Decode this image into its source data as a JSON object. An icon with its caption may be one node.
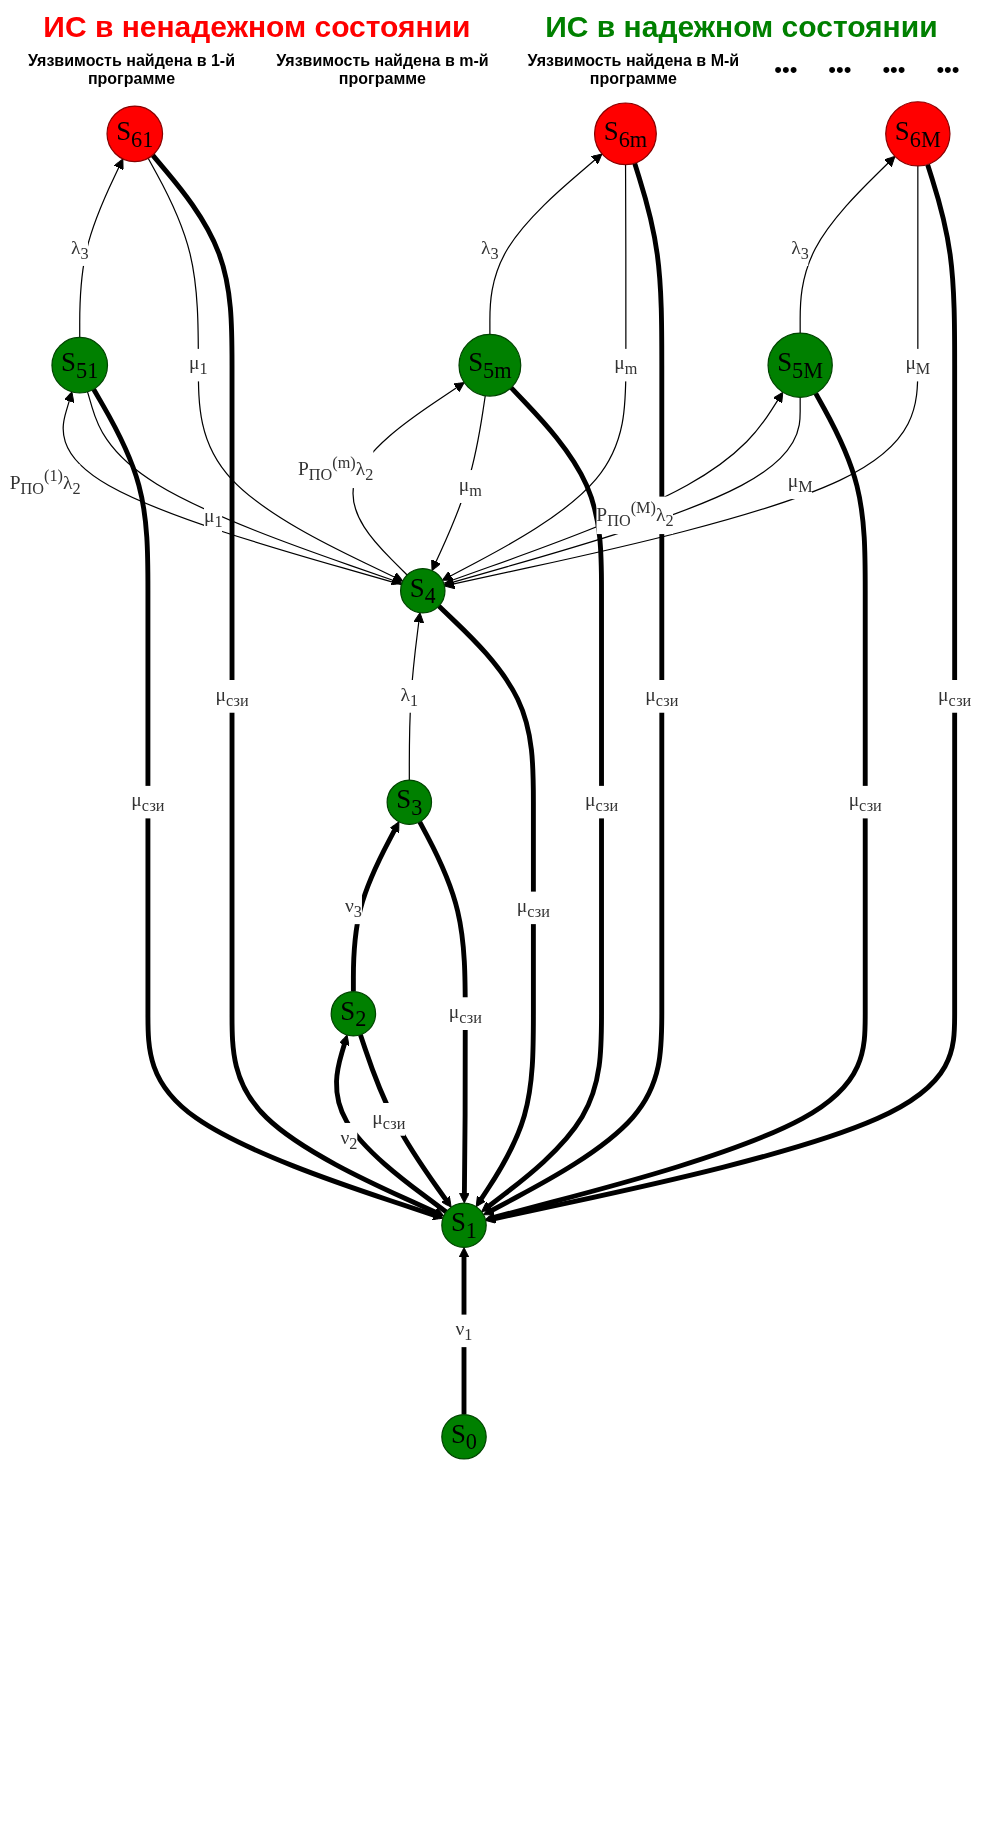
{
  "diagram": {
    "nodes": [
      {
        "text": [
          "S$_{0}$"
        ]
      },
      {
        "text": [
          "S$_{1}$"
        ]
      },
      {
        "text": [
          "S$_{2}$"
        ]
      },
      {
        "text": [
          "S$_{3}$"
        ]
      },
      {
        "text": [
          "S$_{4}$"
        ]
      },
      {
        "text": [
          "S$_{51}$"
        ]
      },
      {
        "text": [
          "S$_{5m}$"
        ]
      },
      {
        "text": [
          "S$_{5M}$"
        ]
      },
      {
        "text": [
          "S$_{61}$"
        ]
      },
      {
        "text": [
          "S$_{6m}$"
        ]
      },
      {
        "text": [
          "S$_{6M}$"
        ]
      }
    ],
    "edges": [
      {
        "from": 0,
        "to": 1,
        "arrow": "to",
        "label": "ν$_{1}$",
        "style": "thick"
      },
      {
        "from": 1,
        "to": 2,
        "arrow": "to",
        "label": "ν$_{2}$",
        "style": "thick"
      },
      {
        "from": 2,
        "to": 1,
        "arrow": "to",
        "label": "μ$_{сзи}$",
        "style": "thick"
      },
      {
        "from": 2,
        "to": 3,
        "arrow": "to",
        "label": "ν$_{3}$",
        "style": "thick"
      },
      {
        "from": 3,
        "to": 4,
        "arrow": "to",
        "label": "λ$_{1}$"
      },
      {
        "from": 3,
        "to": 1,
        "arrow": "to",
        "label": "μ$_{сзи}$",
        "style": "thick"
      },
      {
        "from": 4,
        "to": 1,
        "arrow": "to",
        "label": "μ$_{сзи}$",
        "style": "thick"
      },
      {
        "from": 4,
        "to": 5,
        "arrow": "to",
        "label": "P$_{ПО}$$^{(1)}$λ$_{2}$"
      },
      {
        "from": 5,
        "to": 4,
        "arrow": "to",
        "label": "μ$_{1}$"
      },
      {
        "from": 4,
        "to": 6,
        "arrow": "to",
        "label": "P$_{ПО}$$^{(m)}$λ$_{2}$"
      },
      {
        "from": 6,
        "to": 4,
        "arrow": "to",
        "label": "μ$_{m}$"
      },
      {
        "from": 4,
        "to": 7,
        "arrow": "to",
        "label": "P$_{ПО}$$^{(M)}$λ$_{2}$"
      },
      {
        "from": 7,
        "to": 4,
        "arrow": "to",
        "label": "μ$_{M}$"
      },
      {
        "from": 5,
        "to": 8,
        "arrow": "to",
        "label": "λ$_{3}$"
      },
      {
        "from": 6,
        "to": 9,
        "arrow": "to",
        "label": "λ$_{3}$"
      },
      {
        "from": 7,
        "to": 10,
        "arrow": "to",
        "label": "λ$_{3}$"
      },
      {
        "from": 8,
        "to": 4,
        "arrow": "to",
        "label": "μ$_{1}$"
      },
      {
        "from": 9,
        "to": 4,
        "arrow": "to",
        "label": "μ$_{m}$"
      },
      {
        "from": 10,
        "to": 4,
        "arrow": "to",
        "label": "μ$_{M}$"
      },
      {
        "from": 5,
        "to": 1,
        "arrow": "to",
        "label": "μ$_{сзи}$",
        "style": "thick"
      },
      {
        "from": 6,
        "to": 1,
        "arrow": "to",
        "label": "μ$_{сзи}$",
        "style": "thick"
      },
      {
        "from": 7,
        "to": 1,
        "arrow": "to",
        "label": "μ$_{сзи}$",
        "style": "thick"
      },
      {
        "from": 8,
        "to": 1,
        "arrow": "to",
        "label": "μ$_{сзи}$",
        "style": "thick"
      },
      {
        "from": 9,
        "to": 1,
        "arrow": "to",
        "label": "μ$_{сзи}$",
        "style": "thick"
      },
      {
        "from": 10,
        "to": 1,
        "arrow": "to",
        "label": "μ$_{сзи}$",
        "style": "thick"
      }
    ],
    "labels": [
      "ИС в ненадежном состоянии",
      "ИС в надежном состоянии",
      "Уязвимость найдена в 1-й программе",
      "Уязвимость найдена в m-й программе",
      "Уязвимость найдена в M-й программе",
      "•••",
      "•••",
      "•••",
      "•••"
    ]
  }
}
